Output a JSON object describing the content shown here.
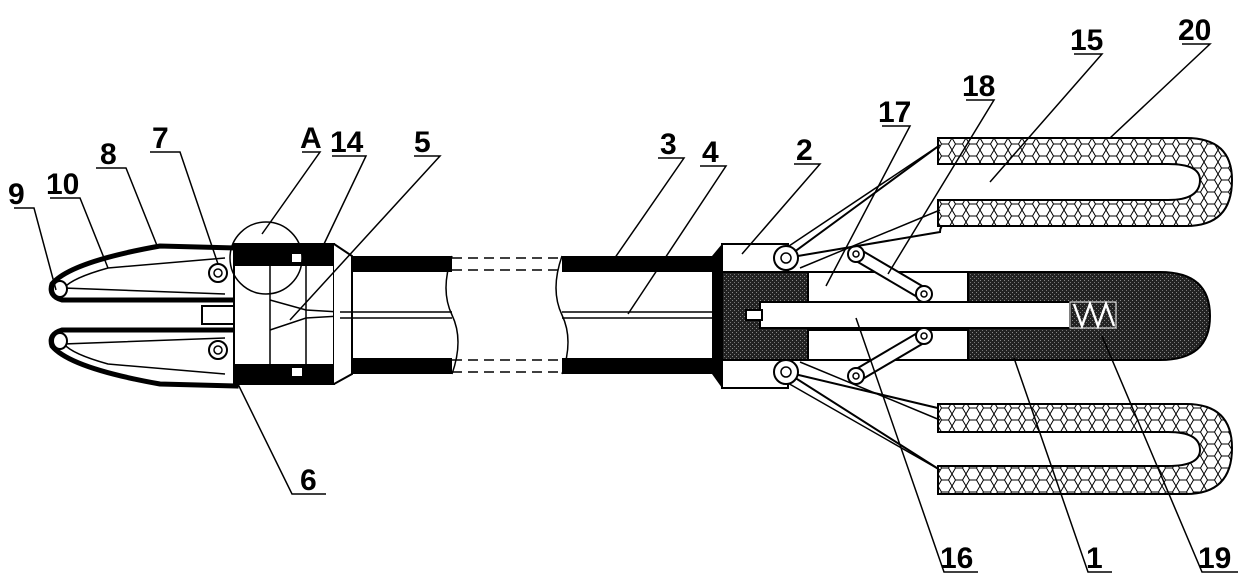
{
  "figure": {
    "labels": [
      {
        "id": "9",
        "text": "9"
      },
      {
        "id": "10",
        "text": "10"
      },
      {
        "id": "8",
        "text": "8"
      },
      {
        "id": "7",
        "text": "7"
      },
      {
        "id": "A",
        "text": "A"
      },
      {
        "id": "14",
        "text": "14"
      },
      {
        "id": "5",
        "text": "5"
      },
      {
        "id": "3",
        "text": "3"
      },
      {
        "id": "4",
        "text": "4"
      },
      {
        "id": "2",
        "text": "2"
      },
      {
        "id": "17",
        "text": "17"
      },
      {
        "id": "18",
        "text": "18"
      },
      {
        "id": "15",
        "text": "15"
      },
      {
        "id": "20",
        "text": "20"
      },
      {
        "id": "6",
        "text": "6"
      },
      {
        "id": "16",
        "text": "16"
      },
      {
        "id": "1",
        "text": "1"
      },
      {
        "id": "19",
        "text": "19"
      }
    ]
  }
}
